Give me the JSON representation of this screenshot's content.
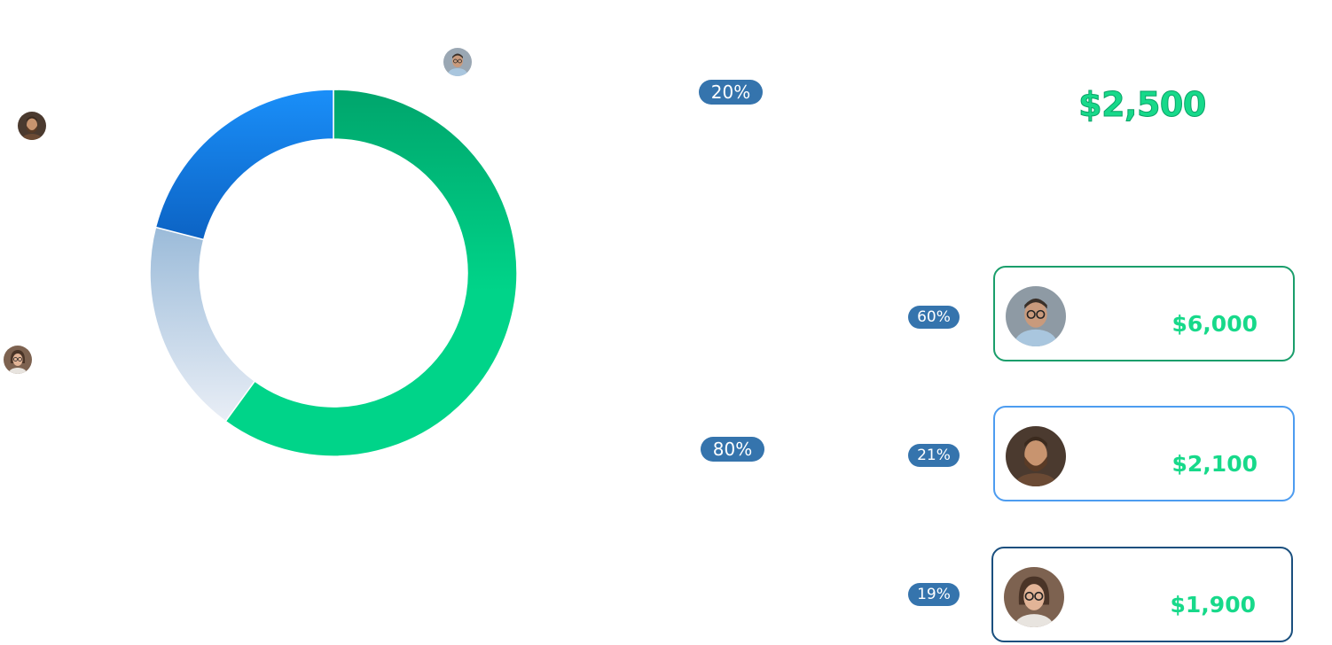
{
  "chart_data": {
    "type": "pie",
    "variant": "donut",
    "slices": [
      {
        "label": "",
        "value": 60,
        "color_start": "#00a56c",
        "color_end": "#00d489"
      },
      {
        "label": "",
        "value": 19,
        "color_start": "#e9eef6",
        "color_end": "#9bbbd9"
      },
      {
        "label": "",
        "value": 21,
        "color_start": "#0c63c4",
        "color_end": "#1a8ff9"
      }
    ],
    "percent_labels": [
      "20%",
      "80%"
    ],
    "total_label": "$2,500"
  },
  "legend_cards": [
    {
      "percent": "60%",
      "amount": "$6,000",
      "border_color": "#1a9e6b",
      "avatar": "man-glasses-avatar"
    },
    {
      "percent": "21%",
      "amount": "$2,100",
      "border_color": "#4d9cf0",
      "avatar": "bearded-man-avatar"
    },
    {
      "percent": "19%",
      "amount": "$1,900",
      "border_color": "#1a4f7e",
      "avatar": "woman-glasses-avatar"
    }
  ],
  "colors": {
    "accent_green": "#17d98a",
    "pill_blue": "#3574ad"
  }
}
